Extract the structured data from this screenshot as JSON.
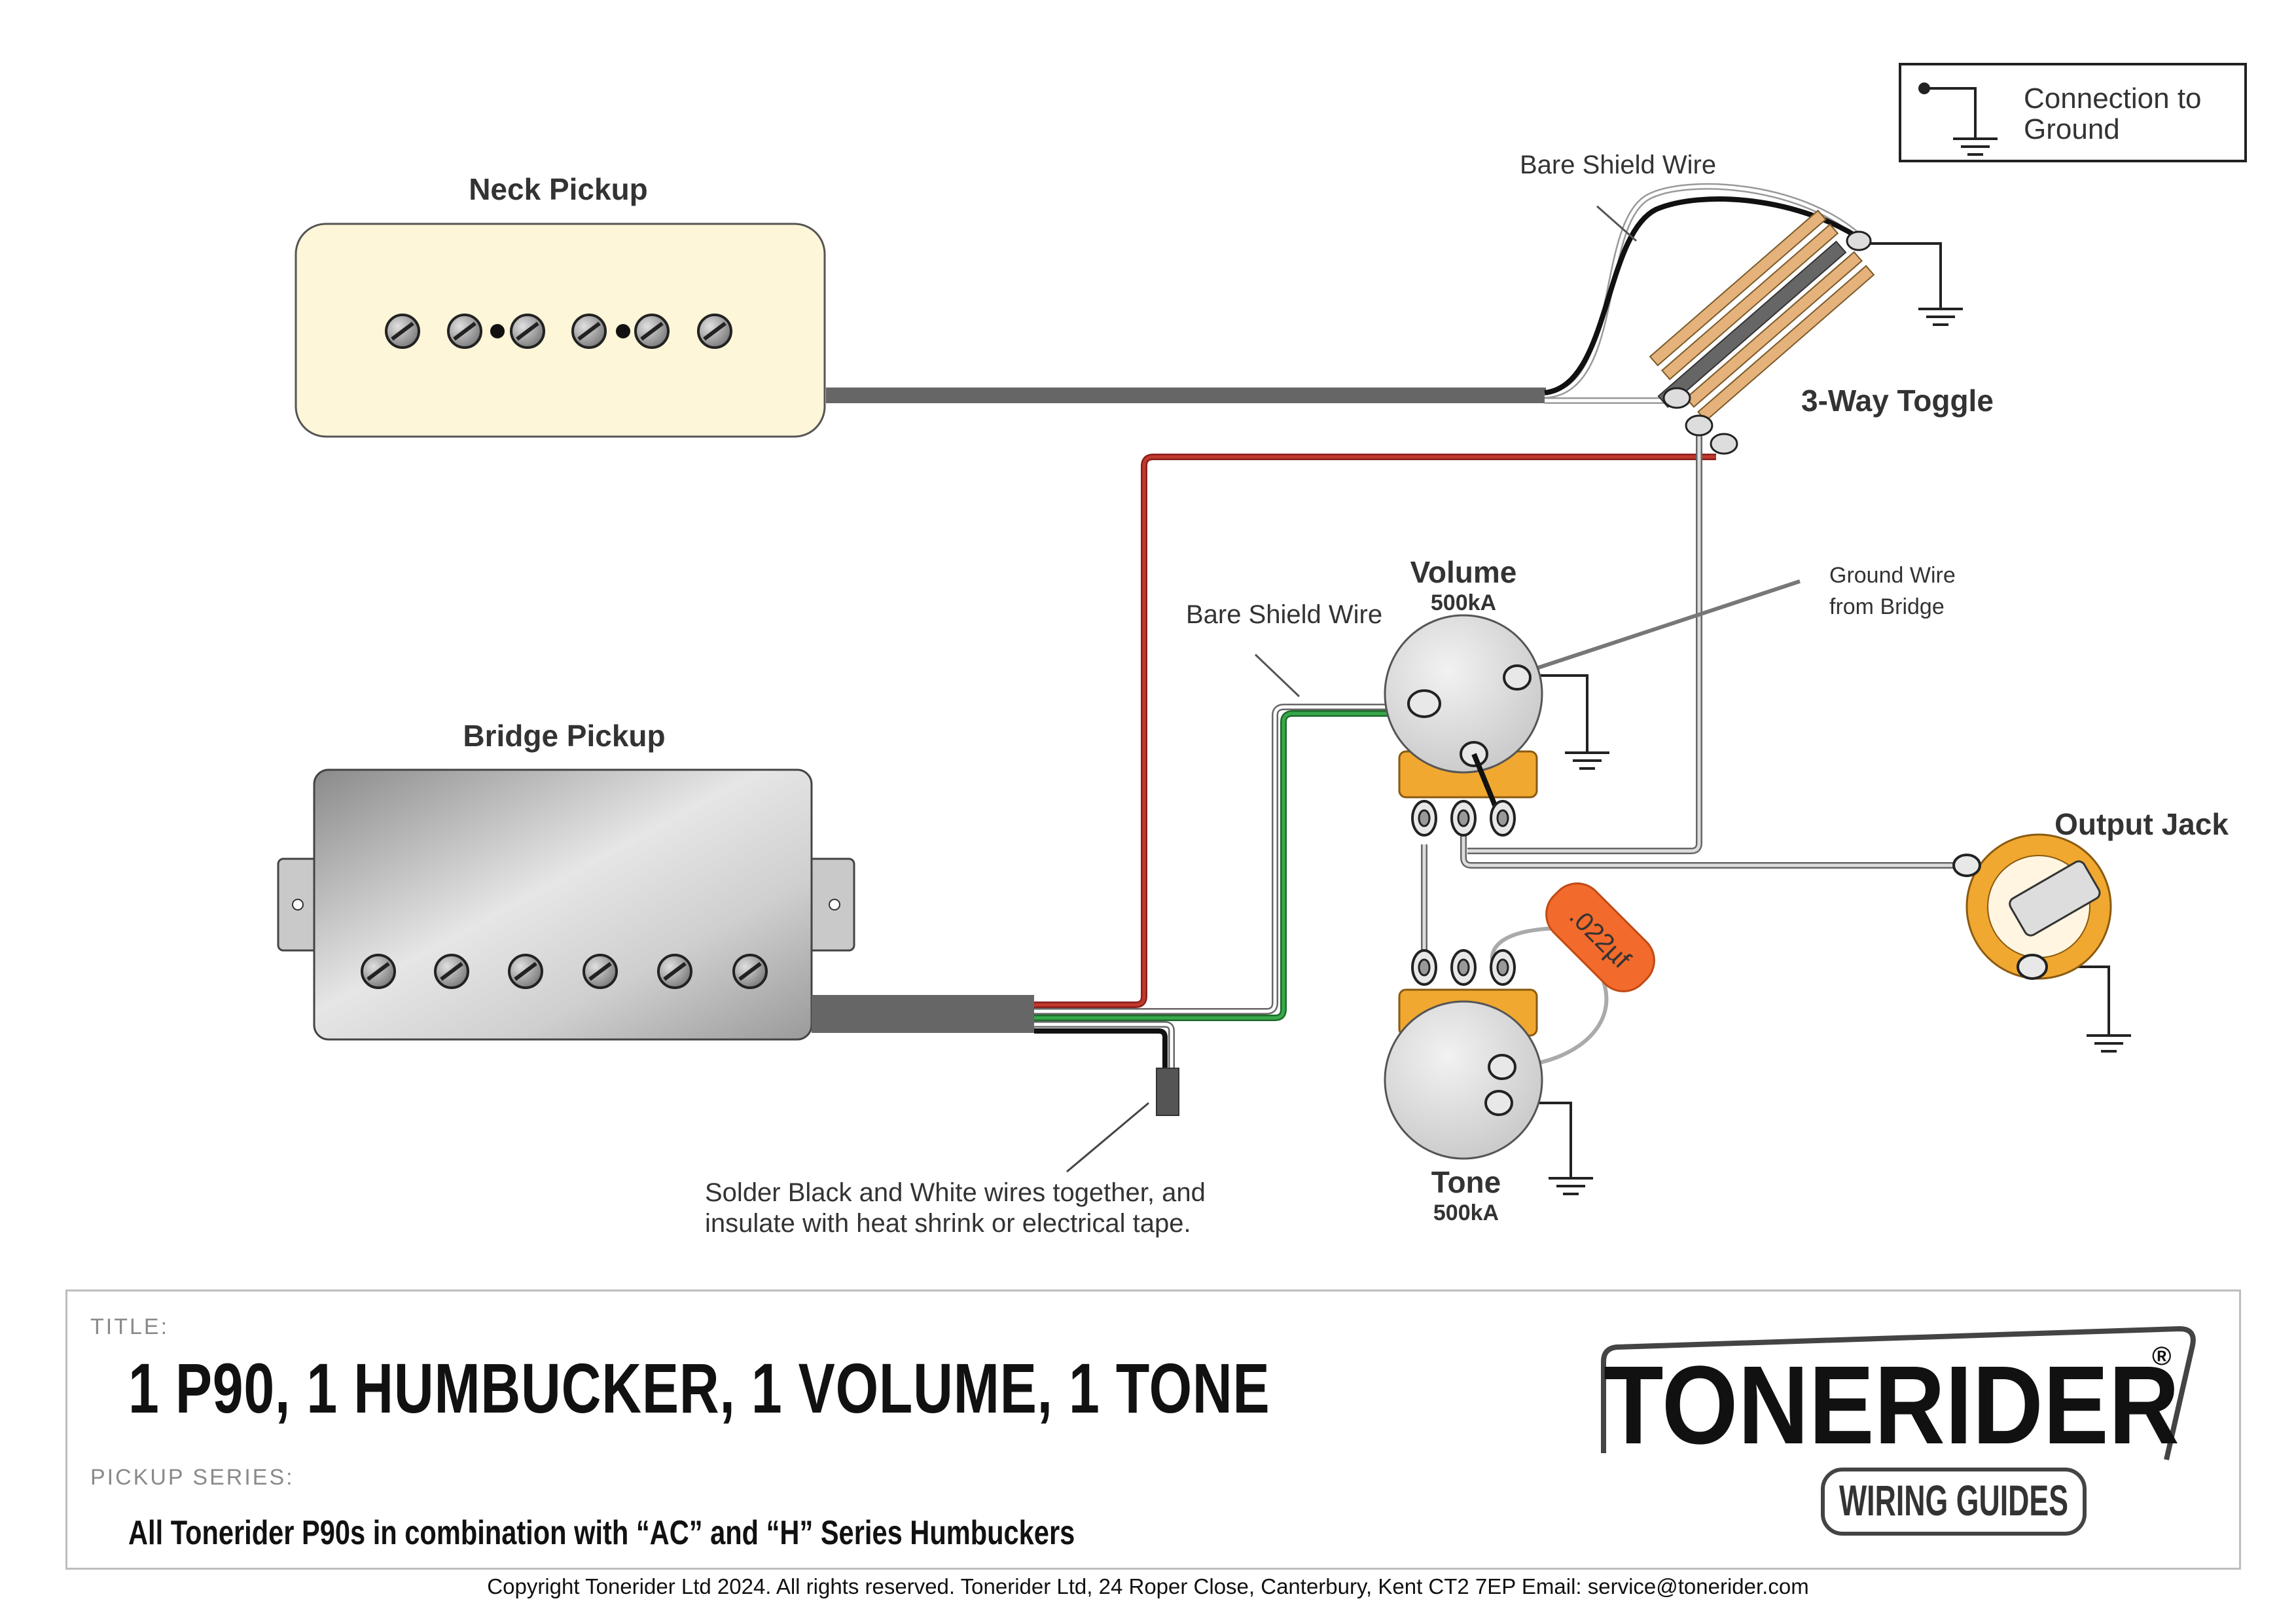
{
  "labels": {
    "neck_pickup": "Neck Pickup",
    "bridge_pickup": "Bridge Pickup",
    "bare_shield_wire_top": "Bare Shield Wire",
    "bare_shield_wire_mid": "Bare Shield Wire",
    "toggle": "3-Way Toggle",
    "volume": "Volume",
    "volume_value": "500kA",
    "tone": "Tone",
    "tone_value": "500kA",
    "ground_wire_line1": "Ground Wire",
    "ground_wire_line2": "from Bridge",
    "output_jack": "Output Jack",
    "capacitor": ".022µf",
    "solder_note_line1": "Solder Black and White wires together, and",
    "solder_note_line2": "insulate with heat shrink or electrical tape."
  },
  "legend": {
    "line1": "Connection to",
    "line2": "Ground"
  },
  "footer": {
    "title_caption": "TITLE:",
    "title": "1 P90, 1 HUMBUCKER, 1 VOLUME, 1 TONE",
    "series_caption": "PICKUP SERIES:",
    "series": "All Tonerider P90s in combination with “AC” and “H” Series Humbuckers",
    "copyright": "Copyright Tonerider Ltd 2024. All rights reserved. Tonerider Ltd, 24 Roper Close, Canterbury, Kent CT2 7EP Email: service@tonerider.com"
  },
  "brand": {
    "name": "TONERIDER",
    "registered": "®",
    "subtitle": "WIRING GUIDES"
  },
  "colors": {
    "neck_cover": "#fdf6d8",
    "red_wire": "#b03030",
    "green_wire": "#2e8b3c",
    "capacitor": "#f26a2c",
    "pot_lug_plate": "#f0a830",
    "cable": "#666666"
  },
  "icons": [
    "ground-symbol-icon",
    "screw-pole-icon",
    "pot-lug-icon"
  ]
}
